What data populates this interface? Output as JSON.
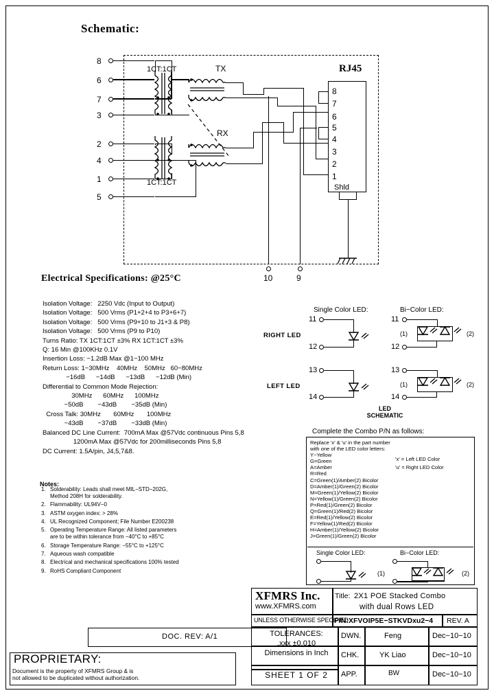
{
  "headings": {
    "schematic": "Schematic:",
    "electrical_specs": "Electrical Specifications: @25°C",
    "led_schematic": "LED\nSCHEMATIC",
    "combo_header": "Complete the Combo P/N as follows:",
    "notes_label": "Notes:"
  },
  "schematic": {
    "left_pins": [
      "8",
      "6",
      "7",
      "3",
      "2",
      "4",
      "1",
      "5"
    ],
    "bottom_pins": [
      "10",
      "9"
    ],
    "transformer_labels": [
      "1CT:1CT",
      "1CT:1CT"
    ],
    "tx_label": "TX",
    "rx_label": "RX",
    "rj45_label": "RJ45",
    "rj45_pins": [
      "8",
      "7",
      "6",
      "5",
      "4",
      "3",
      "2",
      "1"
    ],
    "rj45_shield": "Shld"
  },
  "specs": {
    "lines": [
      "Isolation Voltage:   2250 Vdc (Input to Output)",
      "Isolation Voltage:   500 Vrms (P1+2+4 to P3+6+7)",
      "Isolation Voltage:   500 Vrms (P9+10 to J1+3 & P8)",
      "Isolation Voltage:   500 Vrms (P9 to P10)",
      "Turns Ratio: TX 1CT:1CT ±3% RX 1CT:1CT ±3%",
      "Q: 16 Min @100KHz 0.1V",
      "Insertion Loss: −1.2dB Max @1−100 MHz",
      "Return Loss: 1−30MHz    40MHz    50MHz   60−80MHz",
      "             −16dB      −14dB      −13dB      −12dB (Min)",
      "Differential to Common Mode Rejection:",
      "                30MHz      60MHz      100MHz",
      "            −50dB        −43dB        −35dB (Min)",
      "  Cross Talk: 30MHz       60MHz       100MHz",
      "            −43dB        −37dB        −33dB (Min)",
      "Balanced DC Line Current:  700mA Max @57Vdc continuous Pins 5,8",
      "                 1200mA Max @57Vdc for 200milliseconds Pins 5,8",
      "DC Current: 1.5A/pin, J4,5,7&8."
    ]
  },
  "notes": [
    {
      "num": "1.",
      "text": "Solderability: Leads shall meet MIL−STD−202G,\nMethod 208H for solderability."
    },
    {
      "num": "2.",
      "text": "Flammability: UL94V−0"
    },
    {
      "num": "3.",
      "text": "ASTM oxygen index: > 28%"
    },
    {
      "num": "4.",
      "text": "UL Recognized Component; File Number E200238"
    },
    {
      "num": "5.",
      "text": "Operating Temperature Range: All listed parameters\nare to be within tolerance from −40°C to +85°C"
    },
    {
      "num": "6.",
      "text": "Storage Temperature Range: −55°C to +125°C"
    },
    {
      "num": "7.",
      "text": "Aqueous wash compatible"
    },
    {
      "num": "8.",
      "text": "Electrical and mechanical specifications 100% tested"
    },
    {
      "num": "9.",
      "text": "RoHS Compliant Component"
    }
  ],
  "led_section": {
    "single_color_header": "Single Color LED:",
    "bicolor_header": "Bi−Color LED:",
    "right_led_label": "RIGHT LED",
    "left_led_label": "LEFT LED",
    "right_pins": [
      "11",
      "12"
    ],
    "left_pins": [
      "13",
      "14"
    ],
    "bicolor_markers": [
      "(1)",
      "(2)"
    ]
  },
  "combo": {
    "intro": "Replace 'x' & 'u' in the part number\nwith one of the LED color letters:",
    "codes": [
      "Y−Yellow",
      "G=Green",
      "A=Amber",
      "R=Red",
      "C=Green(1)/Amber(2) Bicolor",
      "D=Amber(1)/Green(2) Bicolor",
      "M=Green(1)/Yellow(2) Bicolor",
      "N=Yellow(1)/Green(2) Bicolor",
      "P=Red(1)/Green(2) Bicolor",
      "Q=Green(1)/Red(2) Bicolor",
      "E=Red(1)/Yellow(2) Bicolor",
      "F=Yellow(1)/Red(2) Bicolor",
      "H=Amber(1)/Yellow(2) Bicolor",
      "J=Green(1)/Green(2) Bicolor"
    ],
    "x_note": "'x' = Left LED Color",
    "u_note": "'u' = Right LED Color",
    "single_color_header": "Single Color LED:",
    "bicolor_header": "Bi−Color LED:",
    "bicolor_markers": [
      "(1)",
      "(2)"
    ]
  },
  "doc_rev": "DOC. REV: A/1",
  "proprietary": {
    "title": "PROPRIETARY:",
    "body": "Document is the property of XFMRS Group & is\nnot allowed to be duplicated without authorization."
  },
  "title_block": {
    "company": "XFMRS Inc.",
    "website": "www.XFMRS.com",
    "title_label": "Title:",
    "title_line1": "2X1 POE Stacked Combo",
    "title_line2": "with dual Rows LED",
    "unless_specified": "UNLESS OTHERWISE SPECIFIED",
    "tolerances": "TOLERANCES:\n.xxx ±0.010\nDimensions in Inch",
    "part_number": "P/N:XFVOIP5E−STKVDxu2−4",
    "rev": "REV. A",
    "sheet": "SHEET 1 OF 2",
    "rows": [
      {
        "role": "DWN.",
        "name": "Feng",
        "date": "Dec−10−10"
      },
      {
        "role": "CHK.",
        "name": "YK Liao",
        "date": "Dec−10−10"
      },
      {
        "role": "APP.",
        "name": "BW",
        "date": "Dec−10−10"
      }
    ]
  }
}
